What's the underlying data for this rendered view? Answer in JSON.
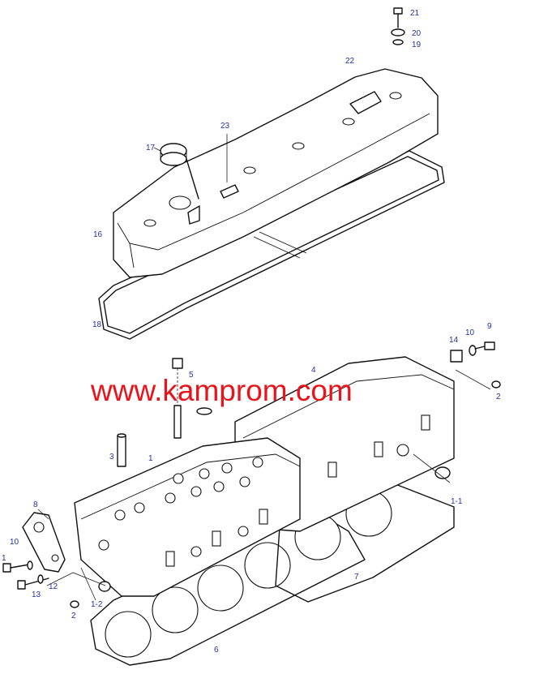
{
  "watermark": "www.kamprom.com",
  "callouts": [
    {
      "id": "c21",
      "label": "21"
    },
    {
      "id": "c20",
      "label": "20"
    },
    {
      "id": "c19",
      "label": "19"
    },
    {
      "id": "c22",
      "label": "22"
    },
    {
      "id": "c23",
      "label": "23"
    },
    {
      "id": "c17",
      "label": "17"
    },
    {
      "id": "c16",
      "label": "16"
    },
    {
      "id": "c18",
      "label": "18"
    },
    {
      "id": "c9",
      "label": "9"
    },
    {
      "id": "c14",
      "label": "14"
    },
    {
      "id": "c10a",
      "label": "10"
    },
    {
      "id": "c4",
      "label": "4"
    },
    {
      "id": "c5",
      "label": "5"
    },
    {
      "id": "c2a",
      "label": "2"
    },
    {
      "id": "c3",
      "label": "3"
    },
    {
      "id": "c1",
      "label": "1"
    },
    {
      "id": "c11",
      "label": "1-1"
    },
    {
      "id": "c8",
      "label": "8"
    },
    {
      "id": "c10b",
      "label": "10"
    },
    {
      "id": "c1b",
      "label": "1"
    },
    {
      "id": "c12",
      "label": "12"
    },
    {
      "id": "c13",
      "label": "13"
    },
    {
      "id": "c12b",
      "label": "1-2"
    },
    {
      "id": "c2b",
      "label": "2"
    },
    {
      "id": "c7",
      "label": "7"
    },
    {
      "id": "c6",
      "label": "6"
    }
  ],
  "colors": {
    "callout": "#2233aa",
    "watermark": "#e8131b",
    "ink": "#111111"
  }
}
